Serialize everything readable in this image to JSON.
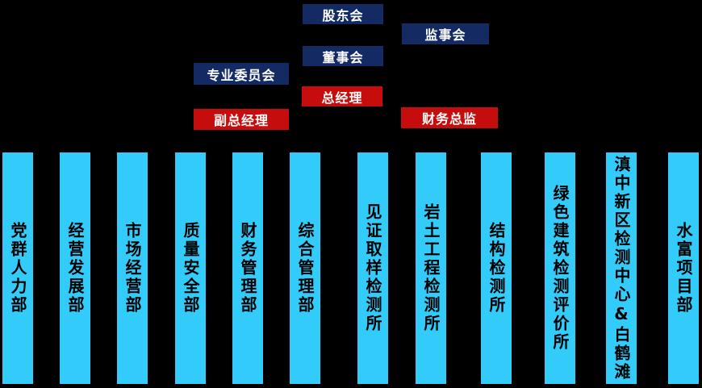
{
  "colors": {
    "background": "#000000",
    "navy": "#132a63",
    "red": "#c60d0d",
    "cyan": "#33ccfa",
    "node_text": "#ffffff",
    "department_text": "#000000"
  },
  "org": {
    "nodes": [
      {
        "label": "股东会",
        "level": "governance",
        "color": "navy"
      },
      {
        "label": "监事会",
        "level": "governance",
        "color": "navy"
      },
      {
        "label": "董事会",
        "level": "governance",
        "color": "navy"
      },
      {
        "label": "专业委员会",
        "level": "governance",
        "color": "navy"
      },
      {
        "label": "总经理",
        "level": "executive",
        "color": "red"
      },
      {
        "label": "副总经理",
        "level": "executive",
        "color": "red"
      },
      {
        "label": "财务总监",
        "level": "executive",
        "color": "red"
      }
    ],
    "departments": [
      {
        "label": "党群人力部"
      },
      {
        "label": "经营发展部"
      },
      {
        "label": "市场经营部"
      },
      {
        "label": "质量安全部"
      },
      {
        "label": "财务管理部"
      },
      {
        "label": "综合管理部"
      },
      {
        "label": "见证取样检测所"
      },
      {
        "label": "岩土工程检测所"
      },
      {
        "label": "结构检测所"
      },
      {
        "label": "绿色建筑检测评价所"
      },
      {
        "label": "滇中新区检测中心&白鹤滩"
      },
      {
        "label": "水富项目部"
      }
    ]
  }
}
